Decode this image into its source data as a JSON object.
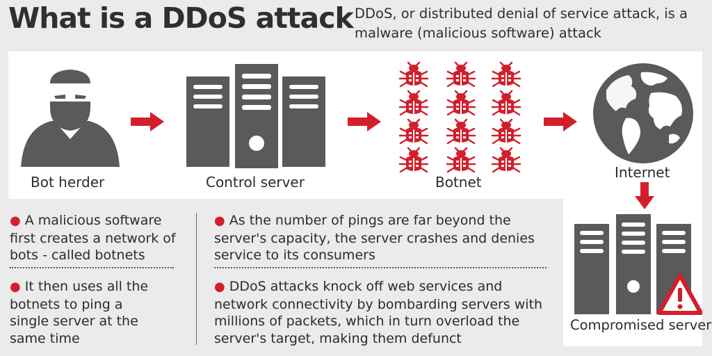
{
  "header": {
    "title": "What is a DDoS attack",
    "subtitle": "DDoS, or distributed denial of service attack, is a malware (malicious software) attack"
  },
  "flow": {
    "steps": [
      {
        "label": "Bot herder",
        "icon": "hooded-hacker-icon"
      },
      {
        "label": "Control server",
        "icon": "server-icon"
      },
      {
        "label": "Botnet",
        "icon": "bug-icon"
      },
      {
        "label": "Internet",
        "icon": "globe-icon"
      },
      {
        "label": "Compromised server",
        "icon": "server-warning-icon"
      }
    ],
    "arrow_icon": "arrow-right-icon"
  },
  "bullets_left": [
    {
      "text": "A malicious software first creates a network of bots - called botnets"
    },
    {
      "text": "It then uses all the botnets to ping a single server at the same time"
    }
  ],
  "bullets_right": [
    {
      "text": "As the number of pings are far beyond the server's capacity, the server crashes and denies service to its consumers"
    },
    {
      "text": "DDoS attacks knock off web services and network connectivity by bombarding servers with millions of packets, which in turn overload the server's target, making them defunct"
    }
  ],
  "colors": {
    "accent": "#d21f2b",
    "icon_gray": "#5a5a5b",
    "background": "#ebebeb",
    "panel": "#ffffff"
  }
}
